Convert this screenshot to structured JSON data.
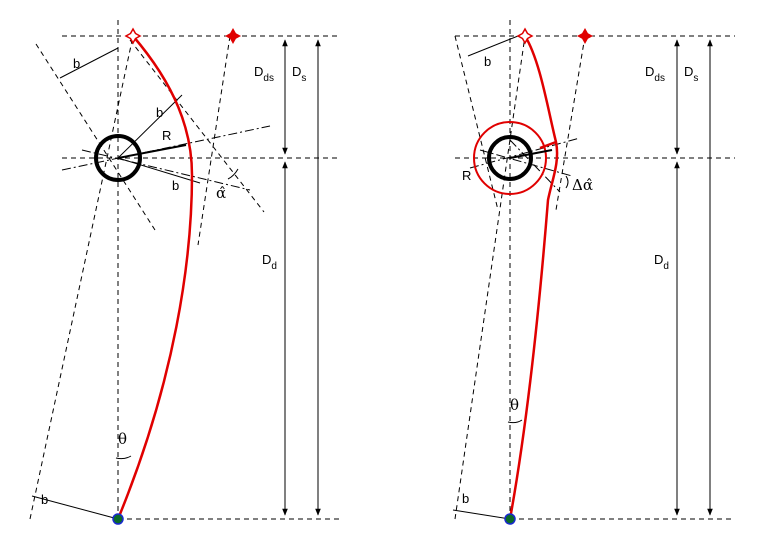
{
  "colors": {
    "ray": "#e00000",
    "observer_fill": "#0a6a2a",
    "observer_stroke": "#1a2ad0",
    "source_fill": "#ffffff"
  },
  "left_panel": {
    "labels": {
      "b_top": "b",
      "b_mid": "b",
      "b_low": "b",
      "b_bottom": "b",
      "R": "R",
      "alpha": "α̂",
      "theta": "θ",
      "D_ds_main": "D",
      "D_ds_sub": "ds",
      "D_s_main": "D",
      "D_s_sub": "s",
      "D_d_main": "D",
      "D_d_sub": "d"
    }
  },
  "right_panel": {
    "labels": {
      "b_top": "b",
      "b_bottom": "b",
      "R": "R",
      "delta_alpha": "Δα̂",
      "theta": "θ",
      "D_ds_main": "D",
      "D_ds_sub": "ds",
      "D_s_main": "D",
      "D_s_sub": "s",
      "D_d_main": "D",
      "D_d_sub": "d"
    }
  }
}
